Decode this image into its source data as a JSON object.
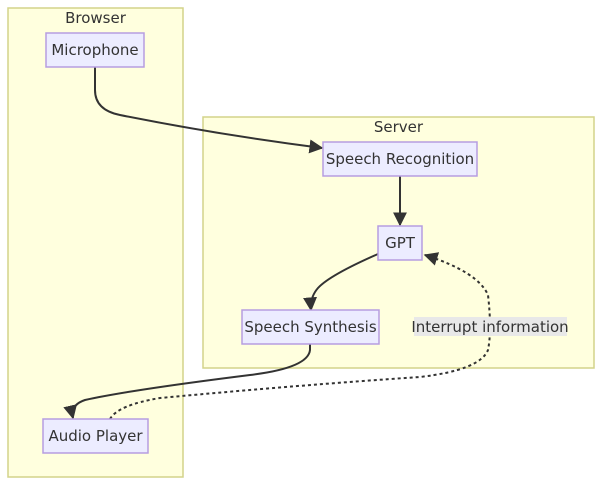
{
  "diagram": {
    "clusters": [
      {
        "id": "browser",
        "label": "Browser"
      },
      {
        "id": "server",
        "label": "Server"
      }
    ],
    "nodes": [
      {
        "id": "mic",
        "label": "Microphone",
        "cluster": "browser"
      },
      {
        "id": "sr",
        "label": "Speech Recognition",
        "cluster": "server"
      },
      {
        "id": "gpt",
        "label": "GPT",
        "cluster": "server"
      },
      {
        "id": "ss",
        "label": "Speech Synthesis",
        "cluster": "server"
      },
      {
        "id": "ap",
        "label": "Audio Player",
        "cluster": "browser"
      }
    ],
    "edges": [
      {
        "from": "mic",
        "to": "sr",
        "style": "solid",
        "label": ""
      },
      {
        "from": "sr",
        "to": "gpt",
        "style": "solid",
        "label": ""
      },
      {
        "from": "gpt",
        "to": "ss",
        "style": "solid",
        "label": ""
      },
      {
        "from": "ss",
        "to": "ap",
        "style": "solid",
        "label": ""
      },
      {
        "from": "ap",
        "to": "gpt",
        "style": "dotted",
        "label": "Interrupt information"
      }
    ],
    "colors": {
      "cluster_fill": "#ffffde",
      "cluster_stroke": "#d3d38a",
      "node_fill": "#ececff",
      "node_stroke": "#b69de0",
      "edge": "#333333",
      "edge_label_bg": "#e8e8e8"
    }
  }
}
